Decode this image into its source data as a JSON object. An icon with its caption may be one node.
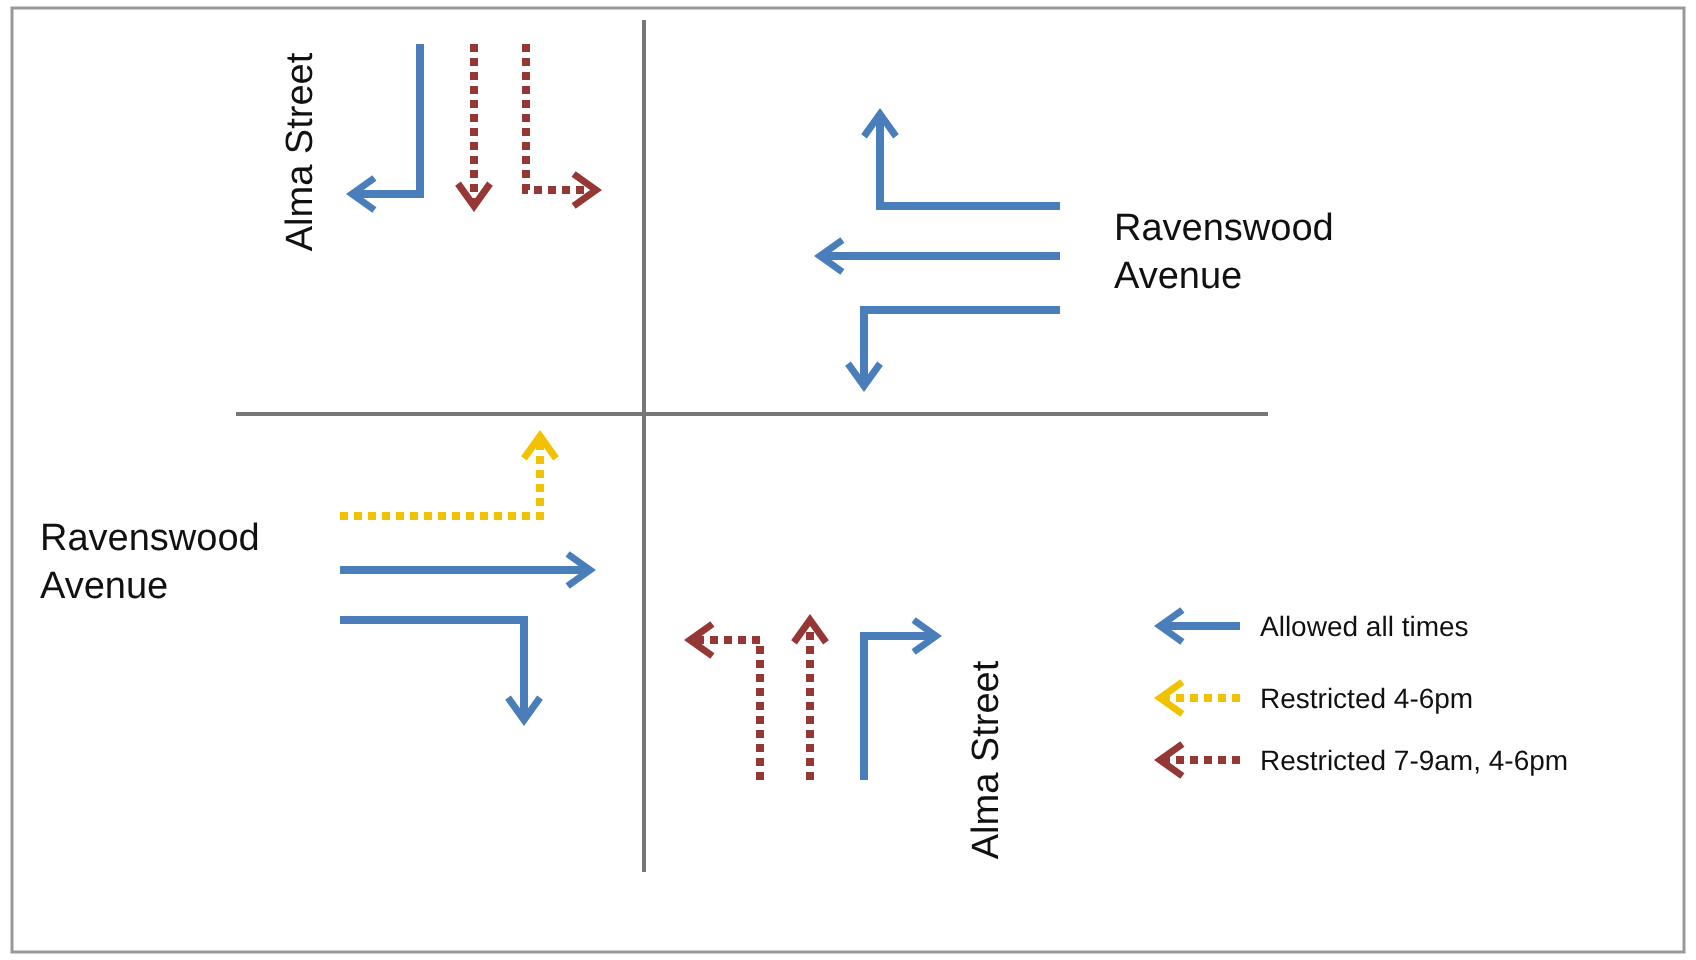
{
  "diagram": {
    "labels": [
      "Alma Street",
      "Ravenswood Avenue",
      "Ravenswood Avenue",
      "Alma Street"
    ],
    "legend": [
      {
        "text": "Allowed all times",
        "color": "#4a7ebb"
      },
      {
        "text": "Restricted 4-6pm",
        "color": "#f2c200"
      },
      {
        "text": "Restricted 7-9am, 4-6pm",
        "color": "#953735"
      }
    ]
  }
}
